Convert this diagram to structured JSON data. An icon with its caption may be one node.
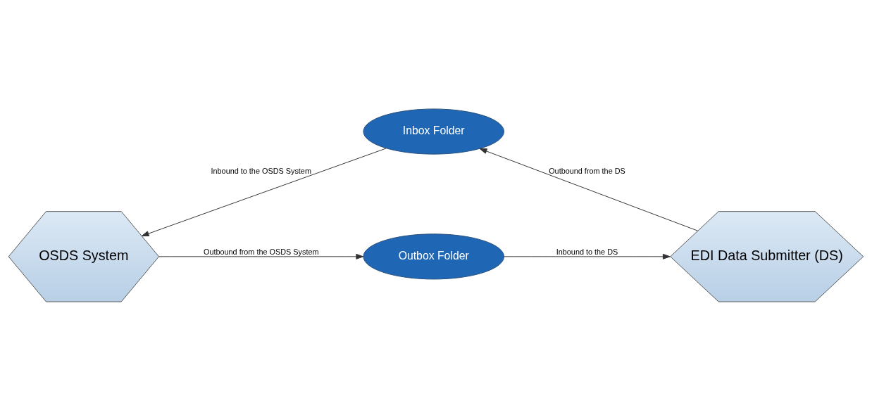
{
  "diagram": {
    "nodes": [
      {
        "text": [
          "Inbox Folder"
        ]
      },
      {
        "text": [
          "OSDS System"
        ]
      },
      {
        "text": [
          "EDI Data Submitter (DS)"
        ]
      },
      {
        "text": [
          "Outbox Folder"
        ]
      }
    ],
    "edges": [
      {
        "from": 0,
        "to": 1,
        "arrow": "to",
        "label": "Inbound to the OSDS System"
      },
      {
        "from": 1,
        "to": 3,
        "arrow": "to",
        "label": "Outbound from the OSDS System"
      },
      {
        "from": 3,
        "to": 2,
        "arrow": "to",
        "label": "Inbound to the DS"
      },
      {
        "from": 2,
        "to": 0,
        "arrow": "to",
        "label": "Outbound from the DS"
      }
    ]
  }
}
